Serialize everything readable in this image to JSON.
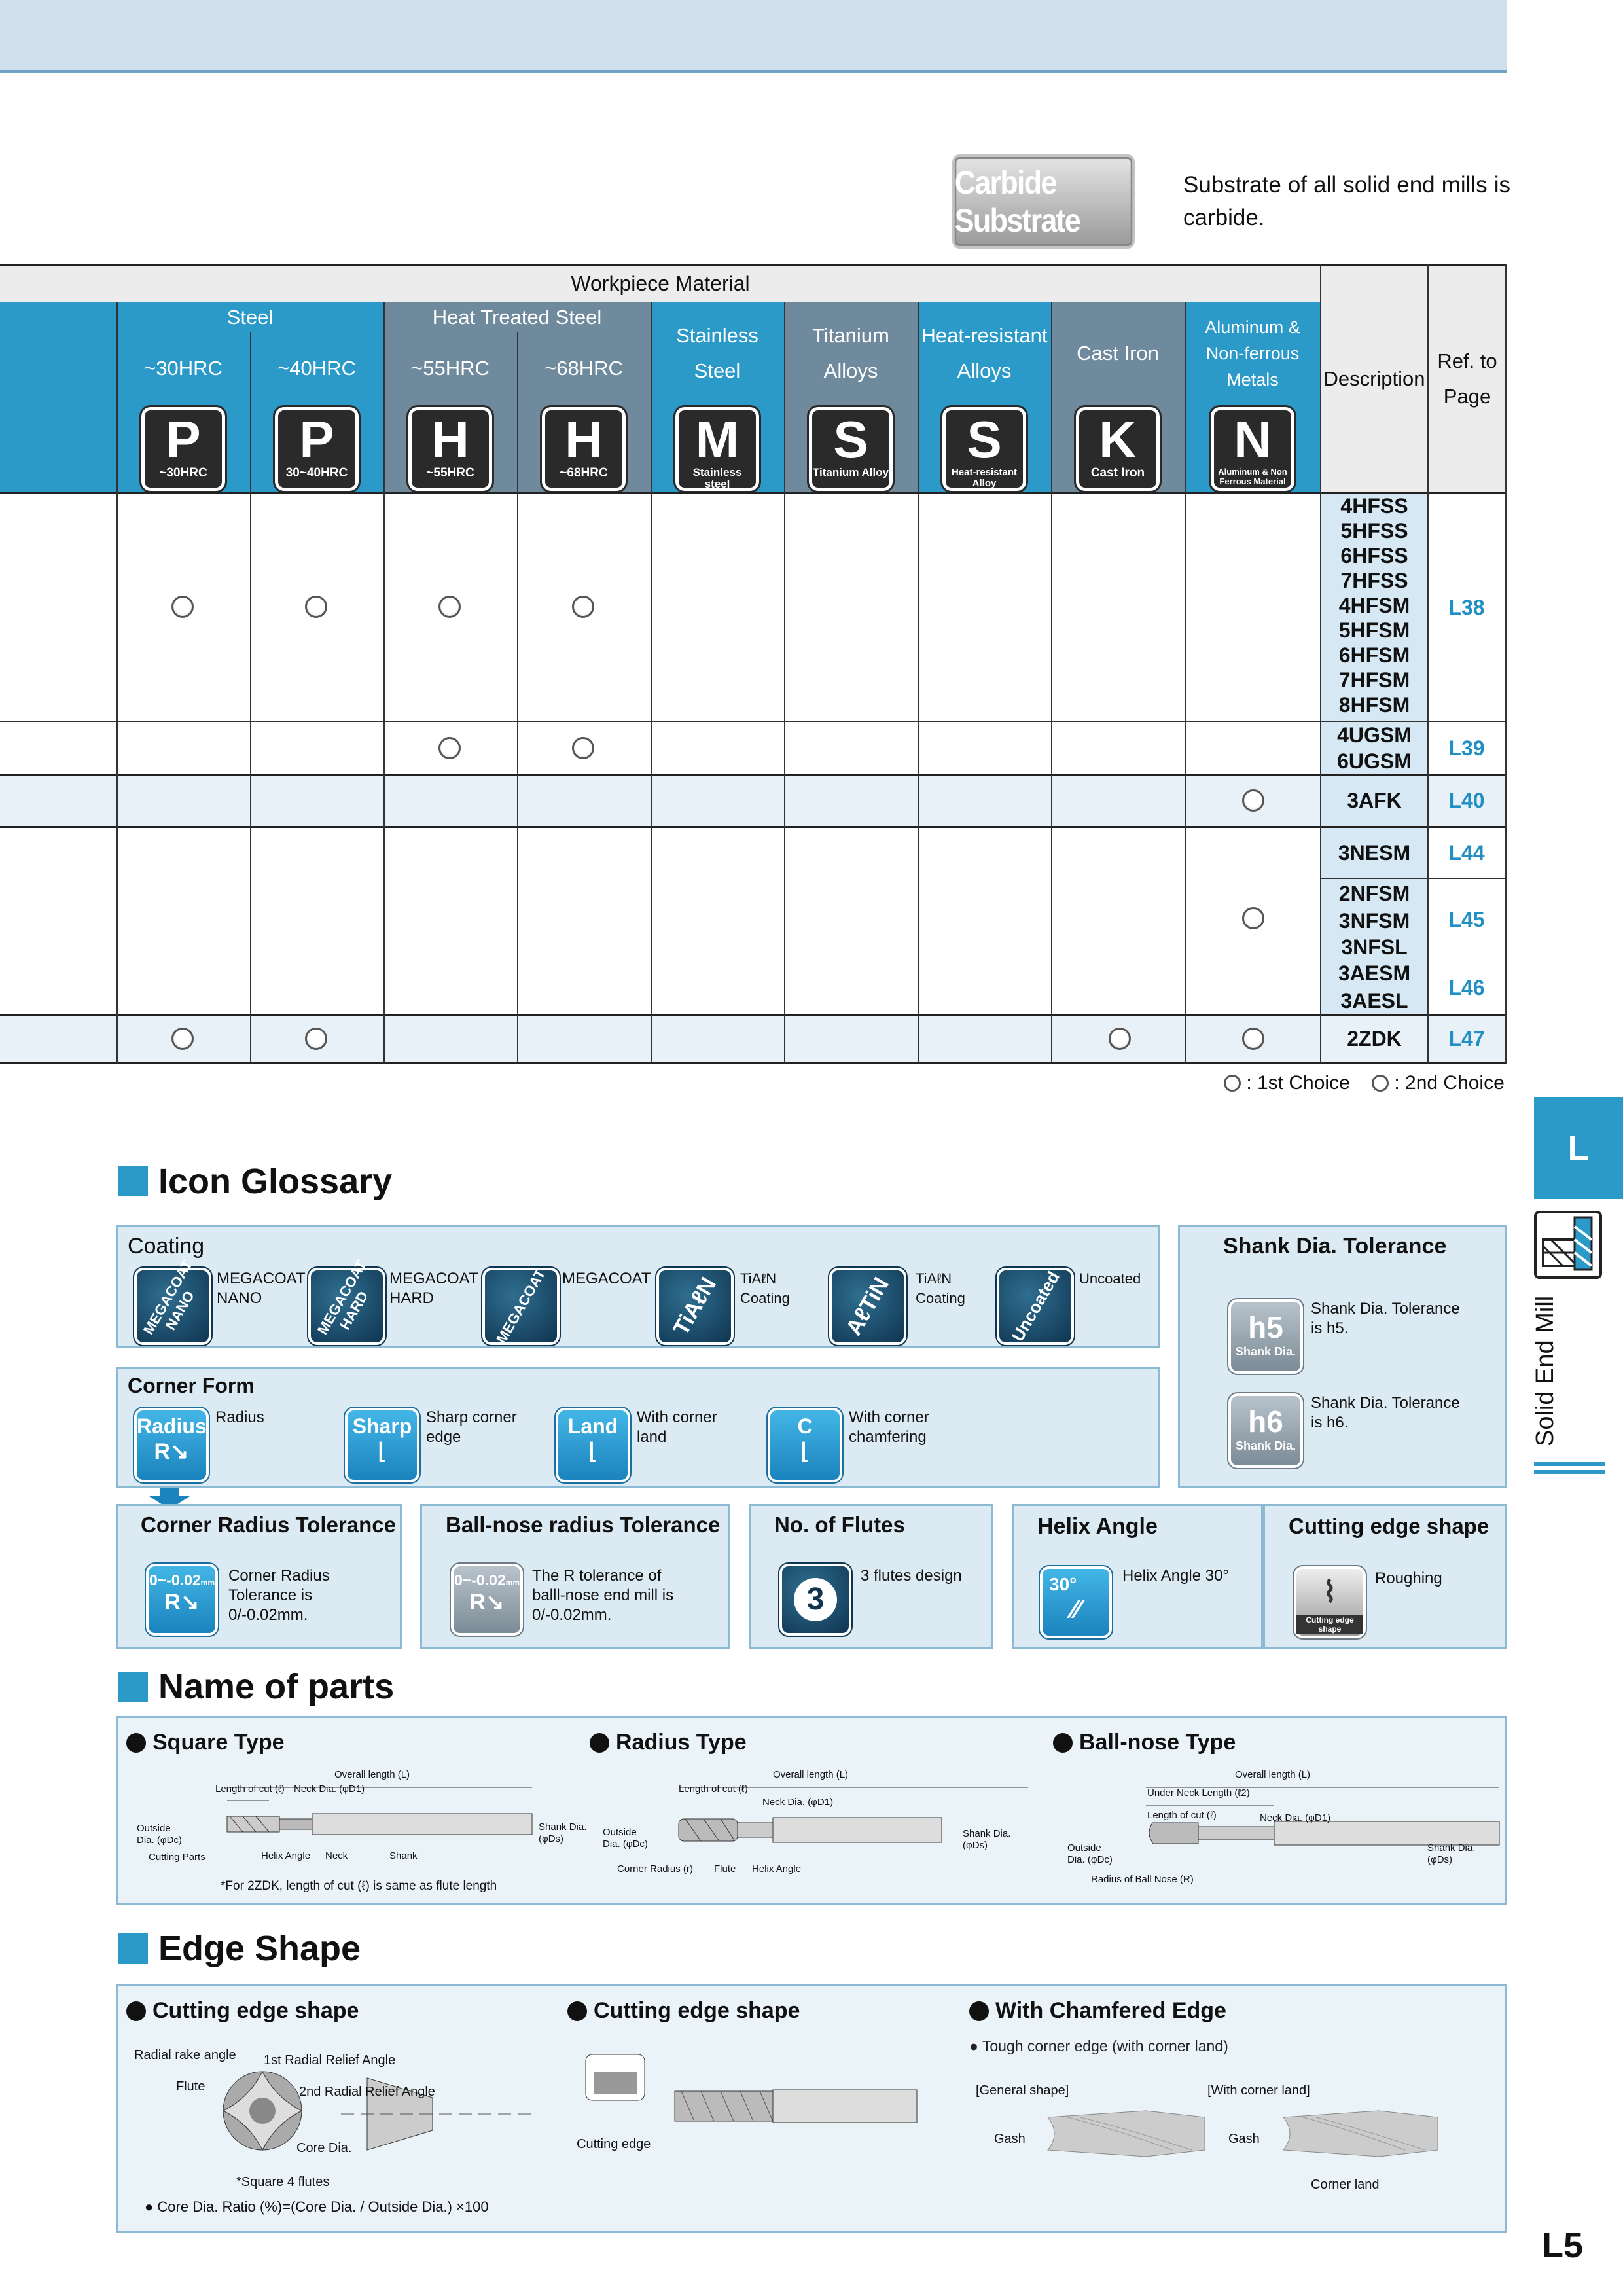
{
  "carbide": {
    "badge": "Carbide Substrate",
    "note": "Substrate of all solid end mills is carbide."
  },
  "table": {
    "workpiece_material": "Workpiece Material",
    "group_steel": "Steel",
    "group_hts": "Heat Treated Steel",
    "col_30": "~30HRC",
    "col_40": "~40HRC",
    "col_55": "~55HRC",
    "col_68": "~68HRC",
    "col_stainless": "Stainless Steel",
    "col_titanium": "Titanium Alloys",
    "col_heat": "Heat-resistant Alloys",
    "col_cast": "Cast Iron",
    "col_alu": "Aluminum & Non-ferrous Metals",
    "col_desc": "Description",
    "col_ref": "Ref. to Page",
    "icons": [
      {
        "letter": "P",
        "sub": "~30HRC"
      },
      {
        "letter": "P",
        "sub": "30~40HRC"
      },
      {
        "letter": "H",
        "sub": "~55HRC"
      },
      {
        "letter": "H",
        "sub": "~68HRC"
      },
      {
        "letter": "M",
        "sub": "Stainless steel"
      },
      {
        "letter": "S",
        "sub": "Titanium Alloy"
      },
      {
        "letter": "S",
        "sub": "Heat-resistant Alloy"
      },
      {
        "letter": "K",
        "sub": "Cast Iron"
      },
      {
        "letter": "N",
        "sub": "Aluminum & Non Ferrous Material"
      }
    ],
    "codes": [
      "4HFSS",
      "5HFSS",
      "6HFSS",
      "7HFSS",
      "4HFSM",
      "5HFSM",
      "6HFSM",
      "7HFSM",
      "8HFSM",
      "4UGSM",
      "6UGSM",
      "3AFK",
      "3NESM",
      "2NFSM",
      "3NFSM",
      "3NFSL",
      "3AESM",
      "3AESL",
      "2ZDK"
    ],
    "refs": [
      "L38",
      "L39",
      "L40",
      "L44",
      "L45",
      "L46",
      "L47"
    ]
  },
  "legend": {
    "first": ": 1st Choice",
    "second": ": 2nd Choice"
  },
  "side": {
    "tab": "L",
    "label": "Solid End Mill"
  },
  "glossary": {
    "title": "Icon Glossary",
    "coating_title": "Coating",
    "coatings": [
      {
        "icon": "MEGACOAT NANO",
        "label": "MEGACOAT NANO"
      },
      {
        "icon": "MEGACOAT HARD",
        "label": "MEGACOAT HARD"
      },
      {
        "icon": "MEGACOAT",
        "label": "MEGACOAT"
      },
      {
        "icon": "TiAℓN",
        "label": "TiAℓN Coating"
      },
      {
        "icon": "AℓTiN",
        "label": "TiAℓN Coating"
      },
      {
        "icon": "Uncoated",
        "label": "Uncoated"
      }
    ],
    "corner_title": "Corner Form",
    "corners": [
      {
        "icon": "Radius",
        "label": "Radius"
      },
      {
        "icon": "Sharp",
        "label": "Sharp corner edge"
      },
      {
        "icon": "Land",
        "label": "With corner land"
      },
      {
        "icon": "C",
        "label": "With corner chamfering"
      }
    ],
    "shank_title": "Shank Dia. Tolerance",
    "shank": [
      {
        "icon": "h5",
        "sub": "Shank Dia.",
        "label": "Shank Dia. Tolerance is h5."
      },
      {
        "icon": "h6",
        "sub": "Shank Dia.",
        "label": "Shank Dia. Tolerance is h6."
      }
    ],
    "crt_title": "Corner Radius Tolerance",
    "crt_icon": "0~-0.02",
    "crt_unit": "mm",
    "crt_label": "Corner Radius Tolerance is 0/-0.02mm.",
    "brt_title": "Ball-nose radius Tolerance",
    "brt_icon": "0~-0.02",
    "brt_unit": "mm",
    "brt_label": "The R tolerance of balll-nose end mill is 0/-0.02mm.",
    "flutes_title": "No. of Flutes",
    "flutes_icon": "3",
    "flutes_label": "3 flutes design",
    "helix_title": "Helix Angle",
    "helix_icon": "30°",
    "helix_label": "Helix Angle 30°",
    "ces_title": "Cutting edge shape",
    "ces_icon": "Cutting edge shape",
    "ces_label": "Roughing"
  },
  "parts": {
    "title": "Name of parts",
    "square": {
      "title": "Square Type",
      "overall": "Overall length (L)",
      "cut": "Length of cut (ℓ)",
      "neck": "Neck Dia. (φD1)",
      "outside": "Outside Dia. (φDc)",
      "shank": "Shank Dia. (φDs)",
      "cutting_parts": "Cutting Parts",
      "helix": "Helix Angle",
      "neck_lbl": "Neck",
      "shank_lbl": "Shank",
      "note": "*For 2ZDK, length of cut (ℓ) is same as flute length"
    },
    "radius": {
      "title": "Radius Type",
      "overall": "Overall length (L)",
      "cut": "Length of cut (ℓ)",
      "neck": "Neck Dia. (φD1)",
      "outside": "Outside Dia. (φDc)",
      "shank": "Shank Dia. (φDs)",
      "corner": "Corner Radius (r)",
      "flute": "Flute",
      "helix": "Helix Angle"
    },
    "ball": {
      "title": "Ball-nose Type",
      "overall": "Overall length (L)",
      "under_neck": "Under Neck Length (ℓ2)",
      "cut": "Length of cut (ℓ)",
      "neck": "Neck Dia. (φD1)",
      "outside": "Outside Dia. (φDc)",
      "shank": "Shank Dia. (φDs)",
      "ball_r": "Radius of Ball Nose (R)"
    }
  },
  "edge": {
    "title": "Edge Shape",
    "a": {
      "title": "Cutting edge shape",
      "radial_rake": "Radial rake angle",
      "first_relief": "1st Radial Relief Angle",
      "second_relief": "2nd Radial Relief Angle",
      "flute": "Flute",
      "core": "Core Dia.",
      "square4": "*Square 4 flutes",
      "ratio": "Core Dia. Ratio (%)=(Core Dia. / Outside Dia.) ×100"
    },
    "b": {
      "title": "Cutting edge shape",
      "label": "Cutting edge"
    },
    "c": {
      "title": "With Chamfered Edge",
      "tough": "Tough corner edge (with corner land)",
      "general": "[General shape]",
      "with_land": "[With corner land]",
      "gash1": "Gash",
      "gash2": "Gash",
      "corner_land": "Corner land"
    }
  },
  "page_number": "L5",
  "colors": {
    "accent": "#2b9ac8",
    "slate": "#6f8a9c",
    "panel": "#dcebf3",
    "ref": "#1f8fc4"
  }
}
